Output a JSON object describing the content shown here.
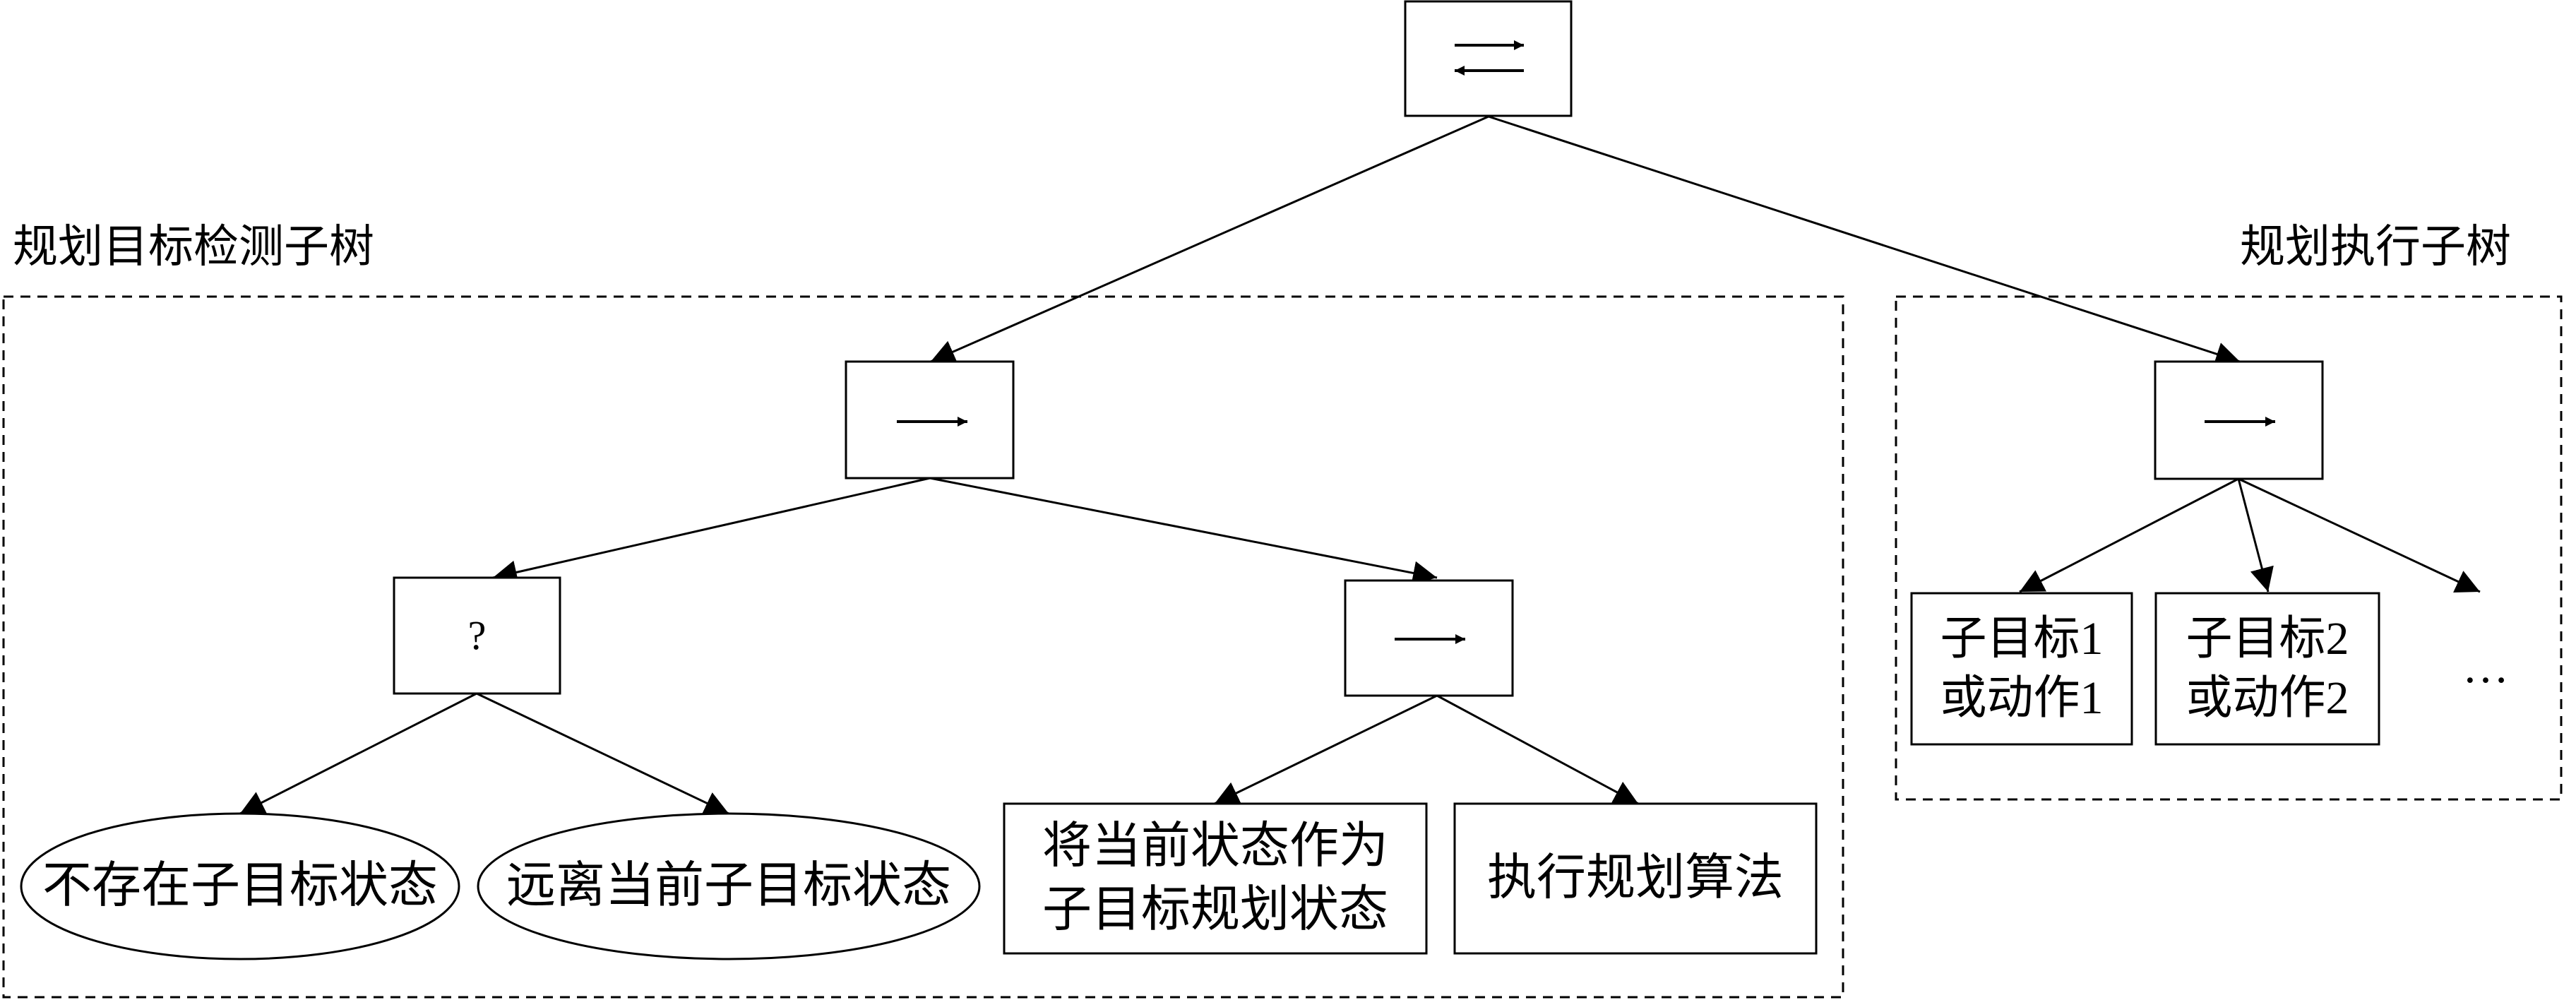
{
  "subtrees": {
    "left_label": "规划目标检测子树",
    "right_label": "规划执行子树"
  },
  "nodes": {
    "root": {
      "kind": "parallel",
      "icon": "parallel-arrows-icon"
    },
    "left_sequence": {
      "kind": "sequence",
      "icon": "right-arrow-icon"
    },
    "selector": {
      "label": "?"
    },
    "cond_no_subgoal": {
      "label": "不存在子目标状态"
    },
    "cond_far_from_subgoal": {
      "label": "远离当前子目标状态"
    },
    "mid_sequence": {
      "kind": "sequence",
      "icon": "right-arrow-icon"
    },
    "action_set_state": {
      "label": "将当前状态作为\n子目标规划状态"
    },
    "action_run_planner": {
      "label": "执行规划算法"
    },
    "right_sequence": {
      "kind": "sequence",
      "icon": "right-arrow-icon"
    },
    "subgoal1": {
      "label": "子目标1\n或动作1"
    },
    "subgoal2": {
      "label": "子目标2\n或动作2"
    },
    "more": {
      "label": "…"
    }
  },
  "colors": {
    "stroke": "#000000",
    "background": "#ffffff"
  }
}
